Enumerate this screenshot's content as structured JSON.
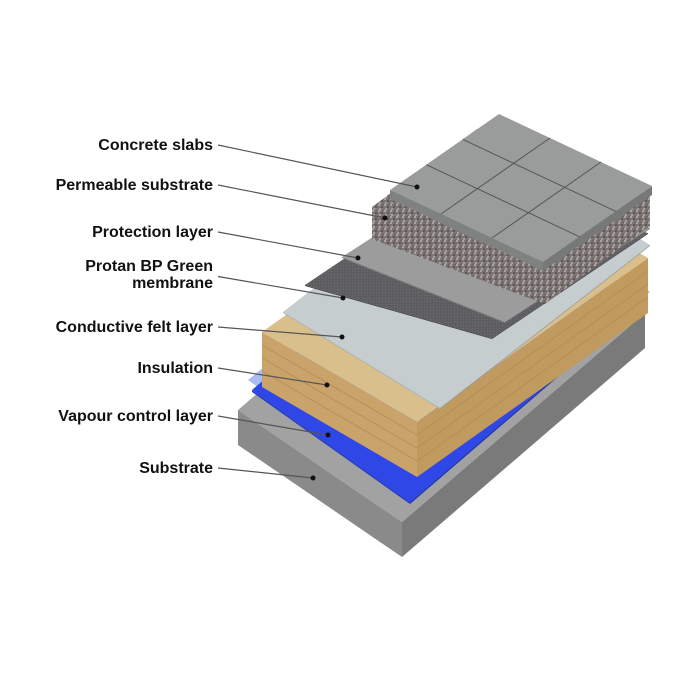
{
  "labels": [
    {
      "id": "concrete-slabs",
      "lines": [
        "Concrete slabs"
      ]
    },
    {
      "id": "permeable-substrate",
      "lines": [
        "Permeable substrate"
      ]
    },
    {
      "id": "protection-layer",
      "lines": [
        "Protection layer"
      ]
    },
    {
      "id": "membrane",
      "lines": [
        "Protan BP Green",
        "membrane"
      ]
    },
    {
      "id": "conductive-felt-layer",
      "lines": [
        "Conductive felt layer"
      ]
    },
    {
      "id": "insulation",
      "lines": [
        "Insulation"
      ]
    },
    {
      "id": "vapour-control-layer",
      "lines": [
        "Vapour control layer"
      ]
    },
    {
      "id": "substrate",
      "lines": [
        "Substrate"
      ]
    }
  ],
  "colors": {
    "substrate": "#a2a2a2",
    "vapour": "#2e47e6",
    "insulation": "#d9bf8c",
    "felt": "#c5cdcf",
    "membrane": "#5e5e60",
    "protection": "#9c9c9c",
    "gravel": "#7c7472",
    "slabs": "#9a9c9c"
  }
}
